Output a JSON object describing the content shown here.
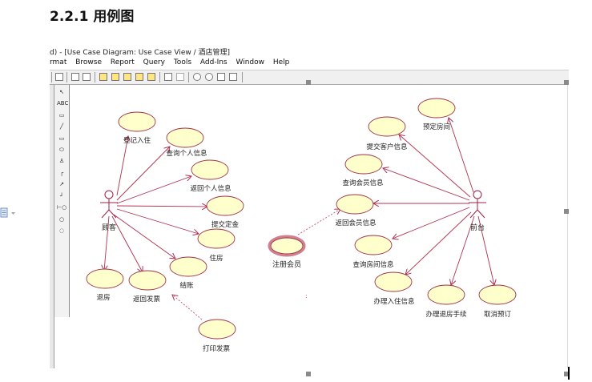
{
  "page_heading": "2.2.1 用例图",
  "window": {
    "title": "d) - [Use Case Diagram: Use Case View / 酒店管理]",
    "menu": [
      "rmat",
      "Browse",
      "Report",
      "Query",
      "Tools",
      "Add-Ins",
      "Window",
      "Help"
    ]
  },
  "palette_tools": [
    "select-arrow-icon",
    "text-tool-icon",
    "note-icon",
    "line-icon",
    "package-icon",
    "use-case-icon",
    "actor-icon",
    "association-icon",
    "dependency-icon",
    "generalization-icon",
    "interface-icon",
    "class-icon",
    "circle-icon"
  ],
  "actors": {
    "customer": "顾客",
    "front_desk": "前台"
  },
  "use_cases": {
    "check_in": "登记入住",
    "query_personal": "查询个人信息",
    "return_personal": "返回个人信息",
    "submit_deposit": "提交定金",
    "stay": "住房",
    "checkout_settle": "结账",
    "checkout_room": "退房",
    "return_invoice": "返回发票",
    "print_invoice": "打印发票",
    "register_member": "注册会员",
    "book_room": "预定房间",
    "submit_customer_info": "提交客户信息",
    "query_member_info": "查询会员信息",
    "return_member_info": "返回会员信息",
    "query_room_info": "查询房间信息",
    "handle_checkin_info": "办理入住信息",
    "handle_checkout": "办理退房手续",
    "cancel_booking": "取消预订"
  },
  "colors": {
    "use_case_fill": "#ffffcc",
    "use_case_stroke": "#a0304a",
    "association": "#b03050",
    "actor": "#a02040"
  }
}
